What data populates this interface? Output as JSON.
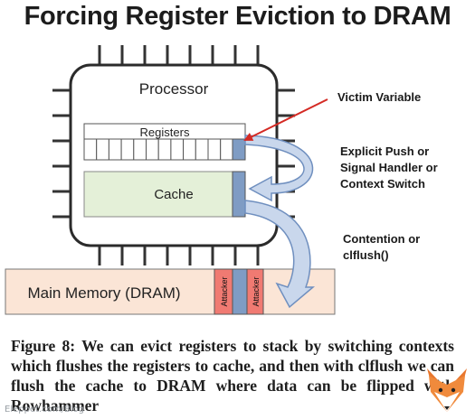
{
  "title": "Forcing Register Eviction to DRAM",
  "diagram": {
    "processor_label": "Processor",
    "registers_label": "Registers",
    "cache_label": "Cache",
    "main_memory_label": "Main Memory (DRAM)",
    "attacker_label_1": "Attacker",
    "attacker_label_2": "Attacker",
    "victim_variable_label": "Victim Variable",
    "explicit_push_lines": [
      "Explicit Push or",
      "Signal Handler or",
      "Context Switch"
    ],
    "contention_lines": [
      "Contention or",
      "clflush()"
    ]
  },
  "caption": "Figure 8: We can evict registers to stack by switching contexts which flushes the registers to cache, and then with clflush we can flush the cache to DRAM where data can be flipped with Rowhammer",
  "watermark": "Eleppet.com/Blog",
  "colors": {
    "cache_fill": "#e4f0d8",
    "memory_fill": "#fbe5d6",
    "attacker_fill": "#f07a72",
    "victim_cell": "#7f9cc4",
    "arrow_fill": "#c9d7ec",
    "victim_arrow": "#d42a24"
  }
}
